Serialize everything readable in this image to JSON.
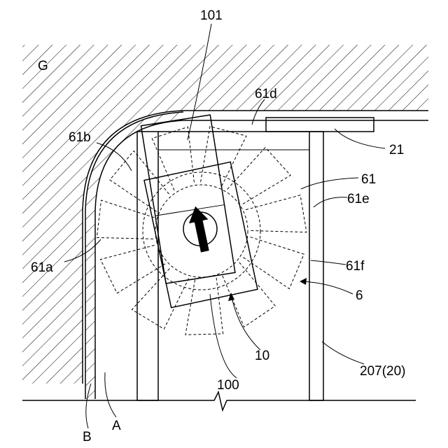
{
  "labels": {
    "ground": "G",
    "part_101": "101",
    "part_61d": "61d",
    "part_61b": "61b",
    "part_21": "21",
    "part_61": "61",
    "part_61e": "61e",
    "part_61a": "61a",
    "part_61f": "61f",
    "part_6": "6",
    "part_10": "10",
    "part_207_20": "207(20)",
    "part_100": "100",
    "part_A": "A",
    "part_B": "B"
  },
  "icons": {
    "direction_arrow": "up-arrow-icon"
  }
}
